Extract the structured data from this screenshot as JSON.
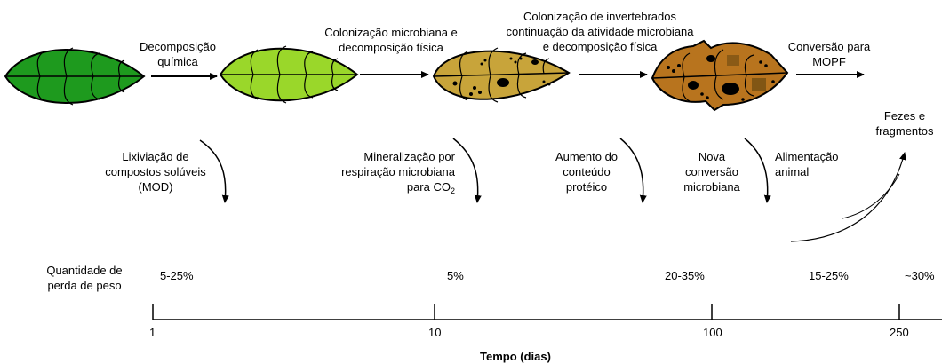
{
  "colors": {
    "leaf1": "#1e9a1e",
    "leaf2": "#9ad72a",
    "leaf3": "#c8a43a",
    "leaf4": "#b8741e",
    "ink": "#000000"
  },
  "icons": [
    "leaf-fresh",
    "leaf-light-green",
    "leaf-spotted-yellow",
    "leaf-decayed-brown",
    "arrow-right",
    "curved-arrow-down",
    "curved-arrow-up"
  ],
  "stages": {
    "chem_decomp": [
      "Decomposição",
      "química"
    ],
    "microbial_col": [
      "Colonização microbiana e",
      "decomposição física"
    ],
    "invert_col": [
      "Colonização de invertebrados",
      "continuação da atividade microbiana",
      "e decomposição física"
    ],
    "conversion": [
      "Conversão para",
      "MOPF"
    ]
  },
  "processes": {
    "leaching": [
      "Lixiviação de",
      "compostos solúveis",
      "(MOD)"
    ],
    "mineral_1": "Mineralização por",
    "mineral_2": "respiração microbiana",
    "mineral_3": "para CO",
    "mineral_sub": "2",
    "protein": [
      "Aumento do",
      "conteúdo",
      "protéico"
    ],
    "new_conv": [
      "Nova",
      "conversão",
      "microbiana"
    ],
    "feeding": [
      "Alimentação",
      "animal"
    ],
    "feces": [
      "Fezes e",
      "fragmentos"
    ]
  },
  "loss_label": [
    "Quantidade de",
    "perda de peso"
  ],
  "loss_values": [
    "5-25%",
    "5%",
    "20-35%",
    "15-25%",
    "~30%"
  ],
  "axis": {
    "ticks": [
      "1",
      "10",
      "100",
      "250"
    ],
    "title": "Tempo (dias)"
  }
}
